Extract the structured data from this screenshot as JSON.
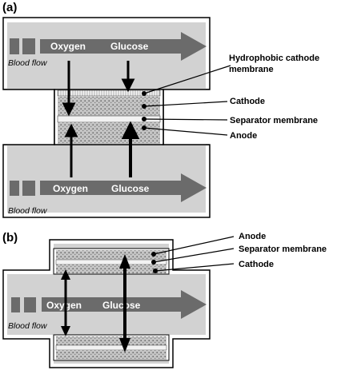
{
  "panels": [
    {
      "label": "(a)",
      "flow_text": [
        "Blood flow",
        "Blood flow"
      ],
      "arrow_words": {
        "oxygen": "Oxygen",
        "glucose": "Glucose"
      },
      "callouts": [
        "Hydrophobic cathode",
        "membrane",
        "Cathode",
        "Separator membrane",
        "Anode"
      ]
    },
    {
      "label": "(b)",
      "flow_text": [
        "Blood flow"
      ],
      "arrow_words": {
        "oxygen": "Oxygen",
        "glucose": "Glucose"
      },
      "callouts": [
        "Anode",
        "Separator membrane",
        "Cathode"
      ]
    }
  ],
  "colors": {
    "vessel": "#d2d2d2",
    "arrow": "#6b6b6b",
    "electrode": "#bdbdbd",
    "separator": "#f2f2f2",
    "outline": "#000000"
  }
}
